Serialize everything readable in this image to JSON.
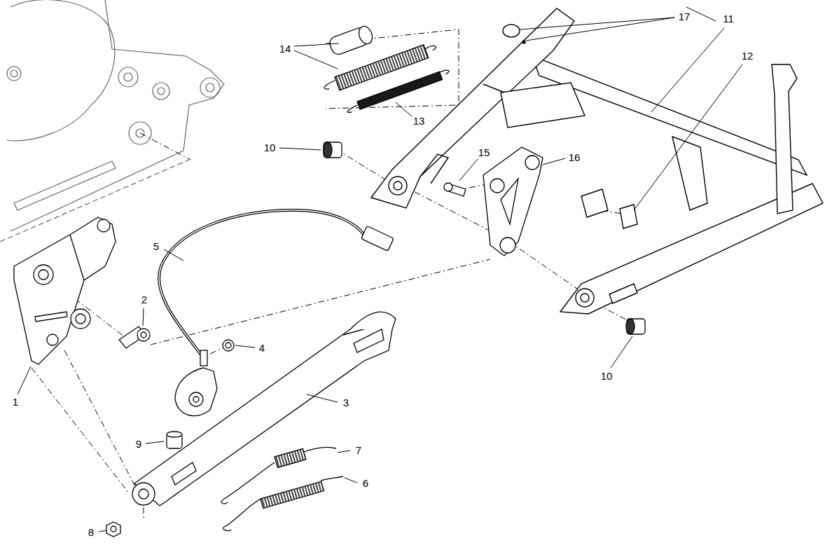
{
  "diagram": {
    "labels": [
      "17",
      "11",
      "12",
      "14",
      "13",
      "10",
      "15",
      "16",
      "5",
      "2",
      "4",
      "1",
      "3",
      "9",
      "7",
      "6",
      "10",
      "8"
    ]
  }
}
